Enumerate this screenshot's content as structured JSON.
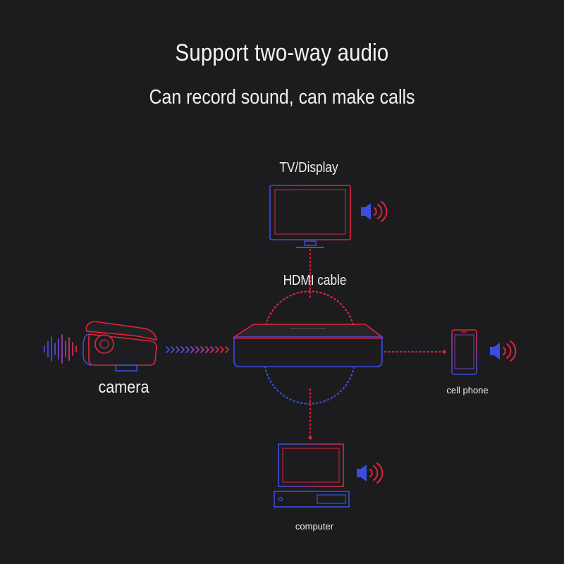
{
  "header": {
    "title": "Support two-way audio",
    "subtitle": "Can record sound, can make calls"
  },
  "labels": {
    "tv": "TV/Display",
    "hdmi": "HDMI cable",
    "camera": "camera",
    "phone": "cell phone",
    "computer": "computer"
  },
  "colors": {
    "background": "#1c1c1e",
    "accent_red": "#e4233c",
    "accent_blue": "#3b4de0"
  },
  "icons": {
    "speaker": "speaker-icon",
    "sound_wave": "sound-wave-icon"
  }
}
